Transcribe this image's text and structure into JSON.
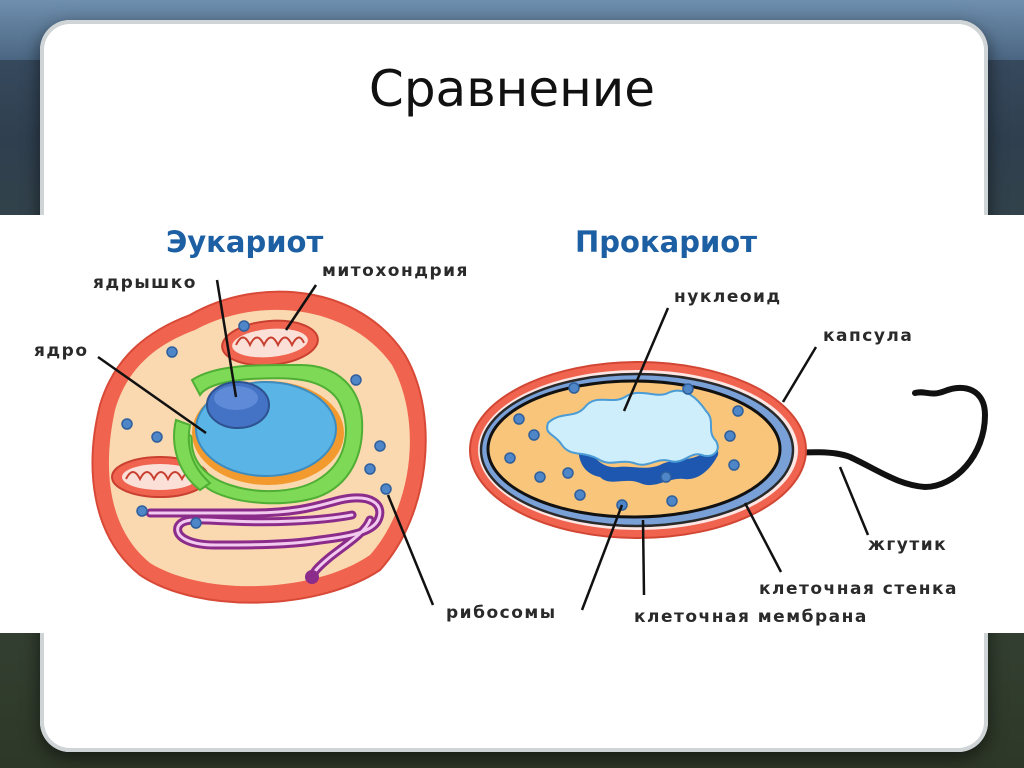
{
  "slide": {
    "title": "Сравнение"
  },
  "diagram": {
    "eukaryote": {
      "heading": "Эукариот",
      "labels": {
        "nucleolus": "ядрышко",
        "mitochondria": "митохондрия",
        "nucleus": "ядро",
        "ribosomes": "рибосомы"
      }
    },
    "prokaryote": {
      "heading": "Прокариот",
      "labels": {
        "nucleoid": "нуклеоид",
        "capsule": "капсула",
        "flagellum": "жгутик",
        "cell_wall": "клеточная стенка",
        "cell_membrane": "клеточная мембрана"
      }
    }
  },
  "colors": {
    "heading": "#1d5fa3",
    "cell_outer": "#f0634f",
    "cytoplasm": "#fad9b0",
    "er_green": "#7ed957",
    "nucleus_blue": "#5ab4e5",
    "nucleolus": "#4472c4",
    "golgi_purple": "#8b2c8b",
    "capsule_red": "#f0634f",
    "cell_wall_blue": "#7aa0d8",
    "prokaryote_cytoplasm": "#f8c57a"
  }
}
